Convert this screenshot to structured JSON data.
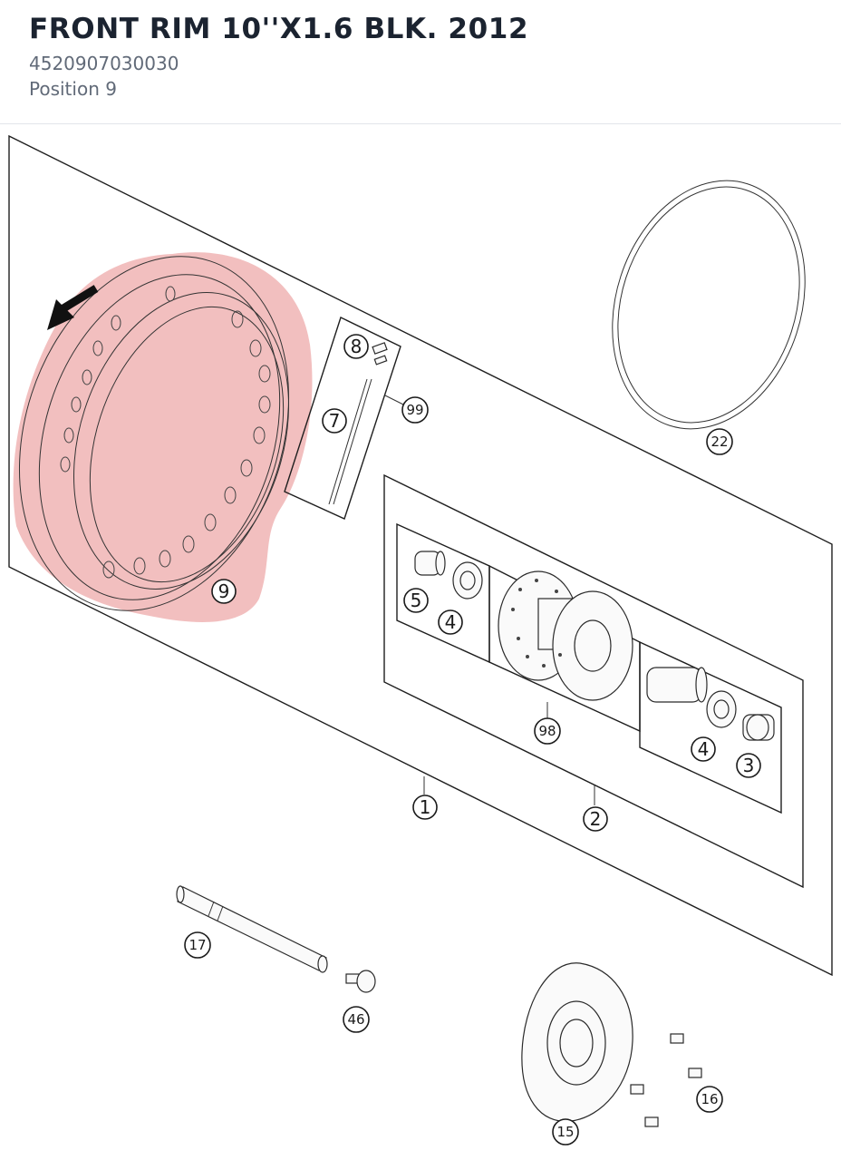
{
  "header": {
    "title": "FRONT RIM 10''X1.6 BLK. 2012",
    "part_number": "4520907030030",
    "position": "Position 9"
  },
  "highlight": {
    "color": "#e88a8a",
    "target_label": "9"
  },
  "callouts": [
    {
      "id": "c9",
      "label": "9"
    },
    {
      "id": "c8",
      "label": "8"
    },
    {
      "id": "c7",
      "label": "7"
    },
    {
      "id": "c99",
      "label": "99"
    },
    {
      "id": "c22",
      "label": "22"
    },
    {
      "id": "c5",
      "label": "5"
    },
    {
      "id": "c4a",
      "label": "4"
    },
    {
      "id": "c98",
      "label": "98"
    },
    {
      "id": "c4b",
      "label": "4"
    },
    {
      "id": "c3",
      "label": "3"
    },
    {
      "id": "c1",
      "label": "1"
    },
    {
      "id": "c2",
      "label": "2"
    },
    {
      "id": "c17",
      "label": "17"
    },
    {
      "id": "c46",
      "label": "46"
    },
    {
      "id": "c16",
      "label": "16"
    },
    {
      "id": "c15",
      "label": "15"
    }
  ]
}
